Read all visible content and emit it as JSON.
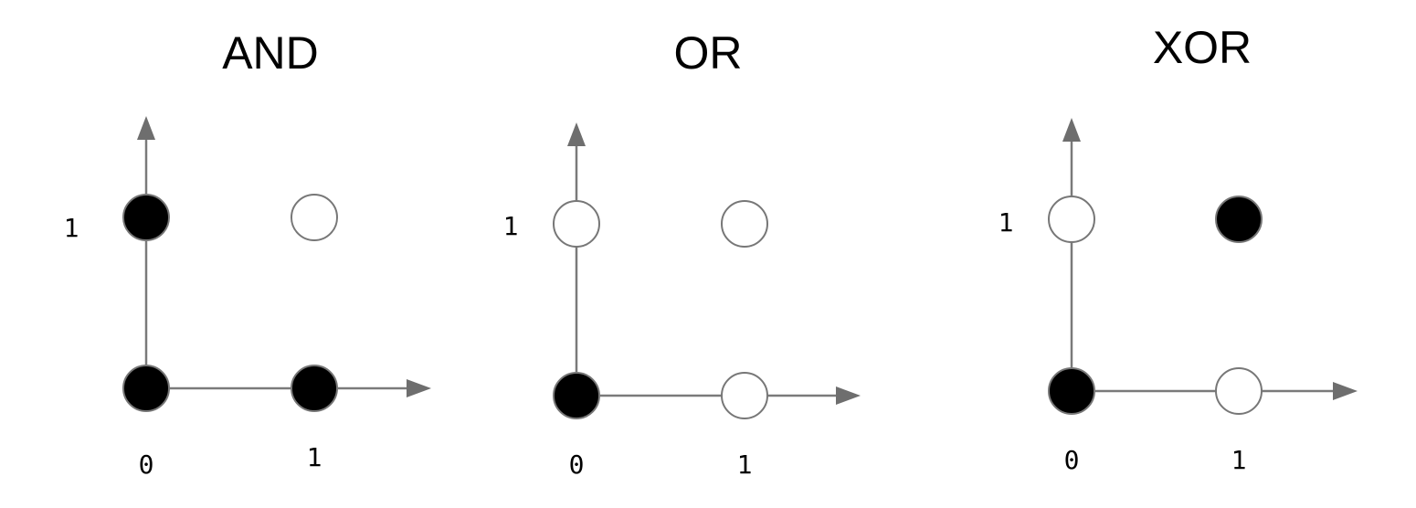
{
  "colors": {
    "filled": "#000000",
    "open": "#ffffff",
    "axis": "#7a7a7a"
  },
  "panels": [
    {
      "title": "AND",
      "x_ticks": [
        "0",
        "1"
      ],
      "y_ticks": [
        "1"
      ],
      "points": [
        {
          "x": 0,
          "y": 0,
          "filled": true
        },
        {
          "x": 1,
          "y": 0,
          "filled": true
        },
        {
          "x": 0,
          "y": 1,
          "filled": true
        },
        {
          "x": 1,
          "y": 1,
          "filled": false
        }
      ]
    },
    {
      "title": "OR",
      "x_ticks": [
        "0",
        "1"
      ],
      "y_ticks": [
        "1"
      ],
      "points": [
        {
          "x": 0,
          "y": 0,
          "filled": true
        },
        {
          "x": 1,
          "y": 0,
          "filled": false
        },
        {
          "x": 0,
          "y": 1,
          "filled": false
        },
        {
          "x": 1,
          "y": 1,
          "filled": false
        }
      ]
    },
    {
      "title": "XOR",
      "x_ticks": [
        "0",
        "1"
      ],
      "y_ticks": [
        "1"
      ],
      "points": [
        {
          "x": 0,
          "y": 0,
          "filled": true
        },
        {
          "x": 1,
          "y": 0,
          "filled": false
        },
        {
          "x": 0,
          "y": 1,
          "filled": false
        },
        {
          "x": 1,
          "y": 1,
          "filled": true
        }
      ]
    }
  ]
}
